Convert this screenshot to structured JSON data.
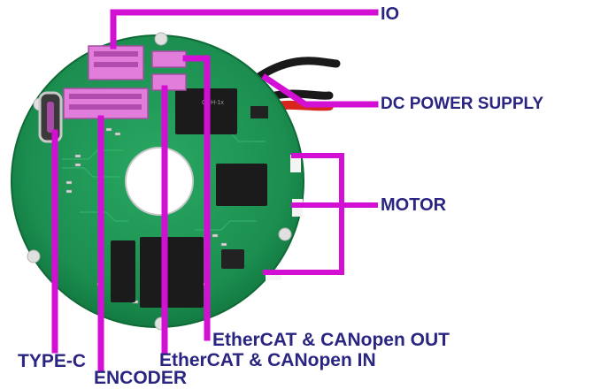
{
  "labels": {
    "io": "IO",
    "dc_power": "DC POWER SUPPLY",
    "motor": "MOTOR",
    "type_c": "TYPE-C",
    "encoder": "ENCODER",
    "ecat_in": "EtherCAT & CANopen  IN",
    "ecat_out": "EtherCAT & CANopen  OUT"
  },
  "board_chip_texts": {
    "chip_main": "CNH-1x"
  },
  "colors": {
    "leader_line": "#d40fd4",
    "label_text": "#2a2580",
    "pcb": "#1f9a57",
    "pcb_dark": "#137a41",
    "connector": "#e37ddc",
    "red_wire": "#d9261c",
    "black_wire": "#1a1a1a"
  }
}
